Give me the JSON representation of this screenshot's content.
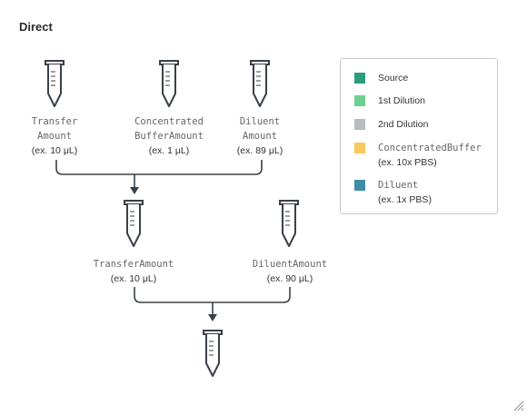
{
  "title": "Direct",
  "colors": {
    "source": "#2a9d7f",
    "first_dilution": "#6ed08f",
    "second_dilution": "#b5bcc2",
    "buffer": "#f7c95e",
    "diluent": "#3d8ea3",
    "tube_outline": "#3a4049",
    "arrow": "#3a4049"
  },
  "stage1": [
    {
      "name_lines": [
        "Transfer",
        "Amount"
      ],
      "example": "(ex. 10 μL)",
      "liquid": "source",
      "icon": "tube-icon"
    },
    {
      "name_lines": [
        "Concentrated",
        "BufferAmount"
      ],
      "example": "(ex. 1 μL)",
      "liquid": "buffer",
      "icon": "tube-icon"
    },
    {
      "name_lines": [
        "Diluent",
        "Amount"
      ],
      "example": "(ex. 89 μL)",
      "liquid": "diluent",
      "icon": "tube-icon"
    }
  ],
  "stage2": [
    {
      "name_lines": [
        "TransferAmount"
      ],
      "example": "(ex. 10 μL)",
      "liquid": "first_dilution",
      "icon": "tube-icon"
    },
    {
      "name_lines": [
        "DiluentAmount"
      ],
      "example": "(ex. 90 μL)",
      "liquid": "diluent",
      "icon": "tube-icon"
    }
  ],
  "result": {
    "liquid": "second_dilution",
    "icon": "tube-icon"
  },
  "legend": [
    {
      "label": "Source",
      "color": "source",
      "mono": false
    },
    {
      "label": "1st Dilution",
      "color": "first_dilution",
      "mono": false
    },
    {
      "label": "2nd Dilution",
      "color": "second_dilution",
      "mono": false
    },
    {
      "label": "ConcentratedBuffer",
      "sub": "(ex. 10x PBS)",
      "color": "buffer",
      "mono": true
    },
    {
      "label": "Diluent",
      "sub": "(ex. 1x PBS)",
      "color": "diluent",
      "mono": true
    }
  ],
  "resize_grip_icon": "resize-grip-icon"
}
